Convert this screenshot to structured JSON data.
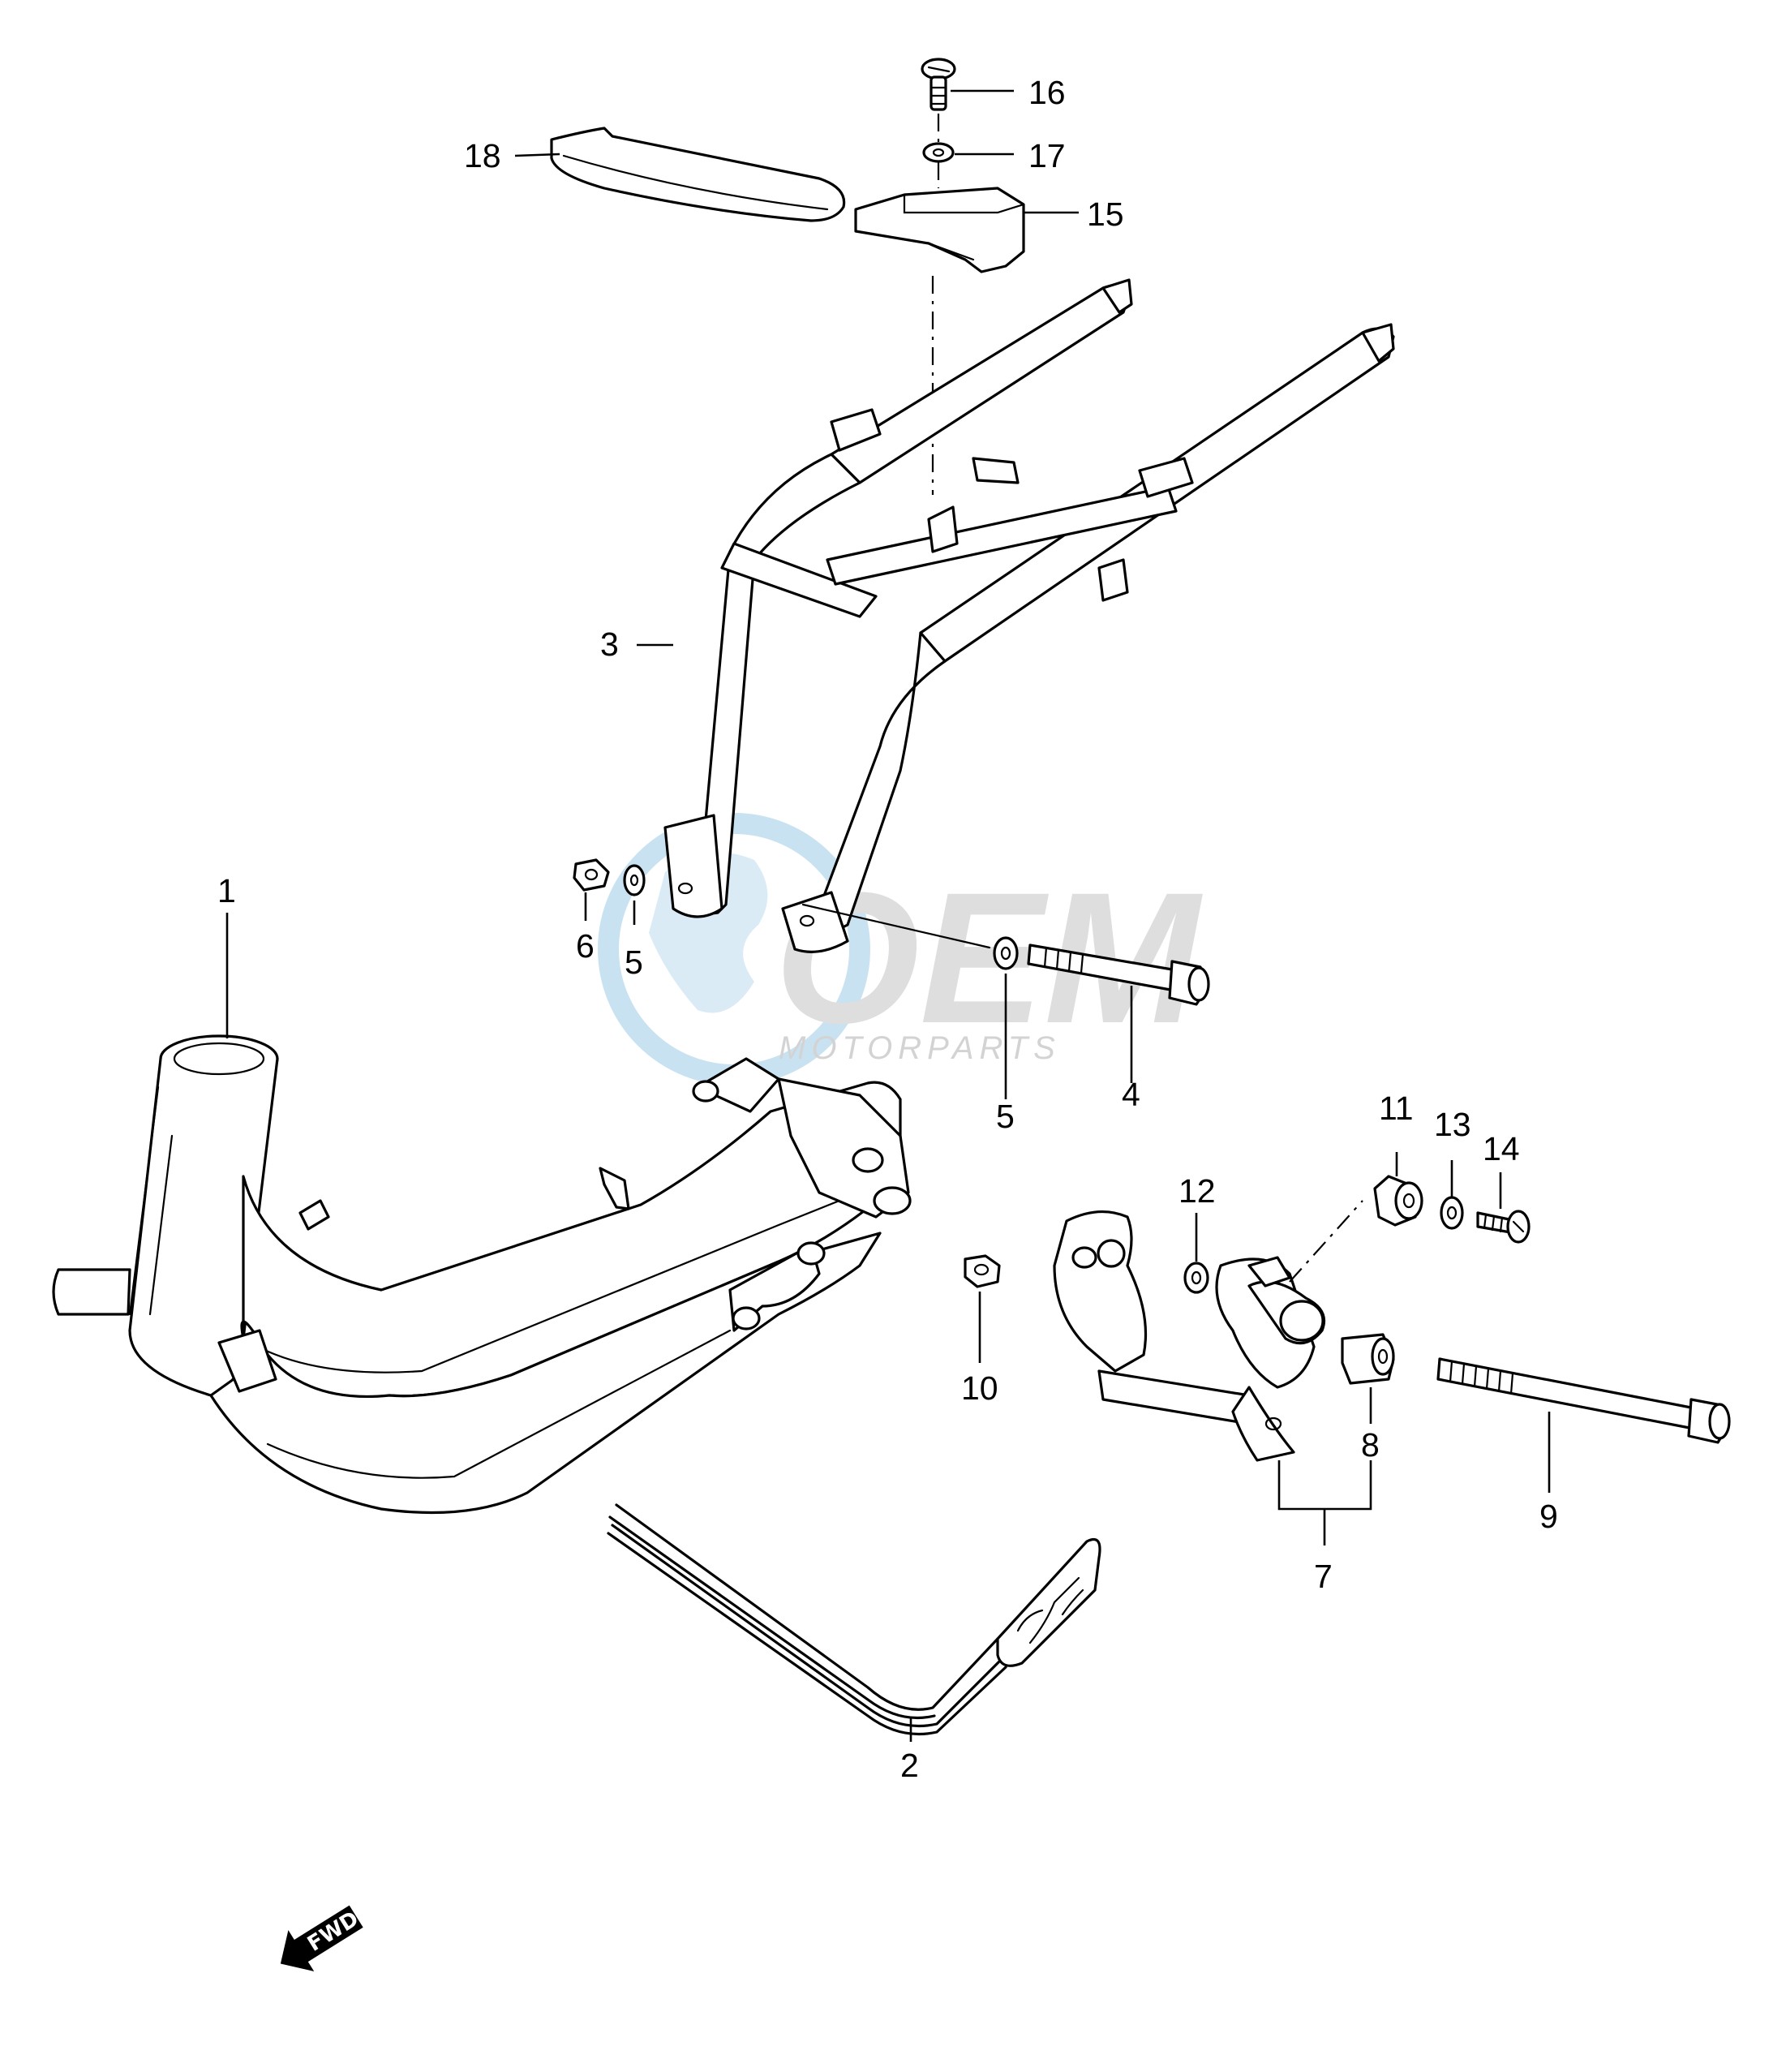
{
  "watermark": {
    "brand": "OEM",
    "tagline": "MOTORPARTS",
    "globe_color": "#9dcbe6",
    "letters_color": "#c4c4c4"
  },
  "direction_badge": {
    "text": "FWD",
    "icon": "arrow-icon"
  },
  "callouts": [
    {
      "number": "1"
    },
    {
      "number": "2"
    },
    {
      "number": "3"
    },
    {
      "number": "4"
    },
    {
      "number": "5"
    },
    {
      "number": "5"
    },
    {
      "number": "6"
    },
    {
      "number": "7"
    },
    {
      "number": "8"
    },
    {
      "number": "9"
    },
    {
      "number": "10"
    },
    {
      "number": "11"
    },
    {
      "number": "12"
    },
    {
      "number": "13"
    },
    {
      "number": "14"
    },
    {
      "number": "15"
    },
    {
      "number": "16"
    },
    {
      "number": "17"
    },
    {
      "number": "18"
    }
  ]
}
